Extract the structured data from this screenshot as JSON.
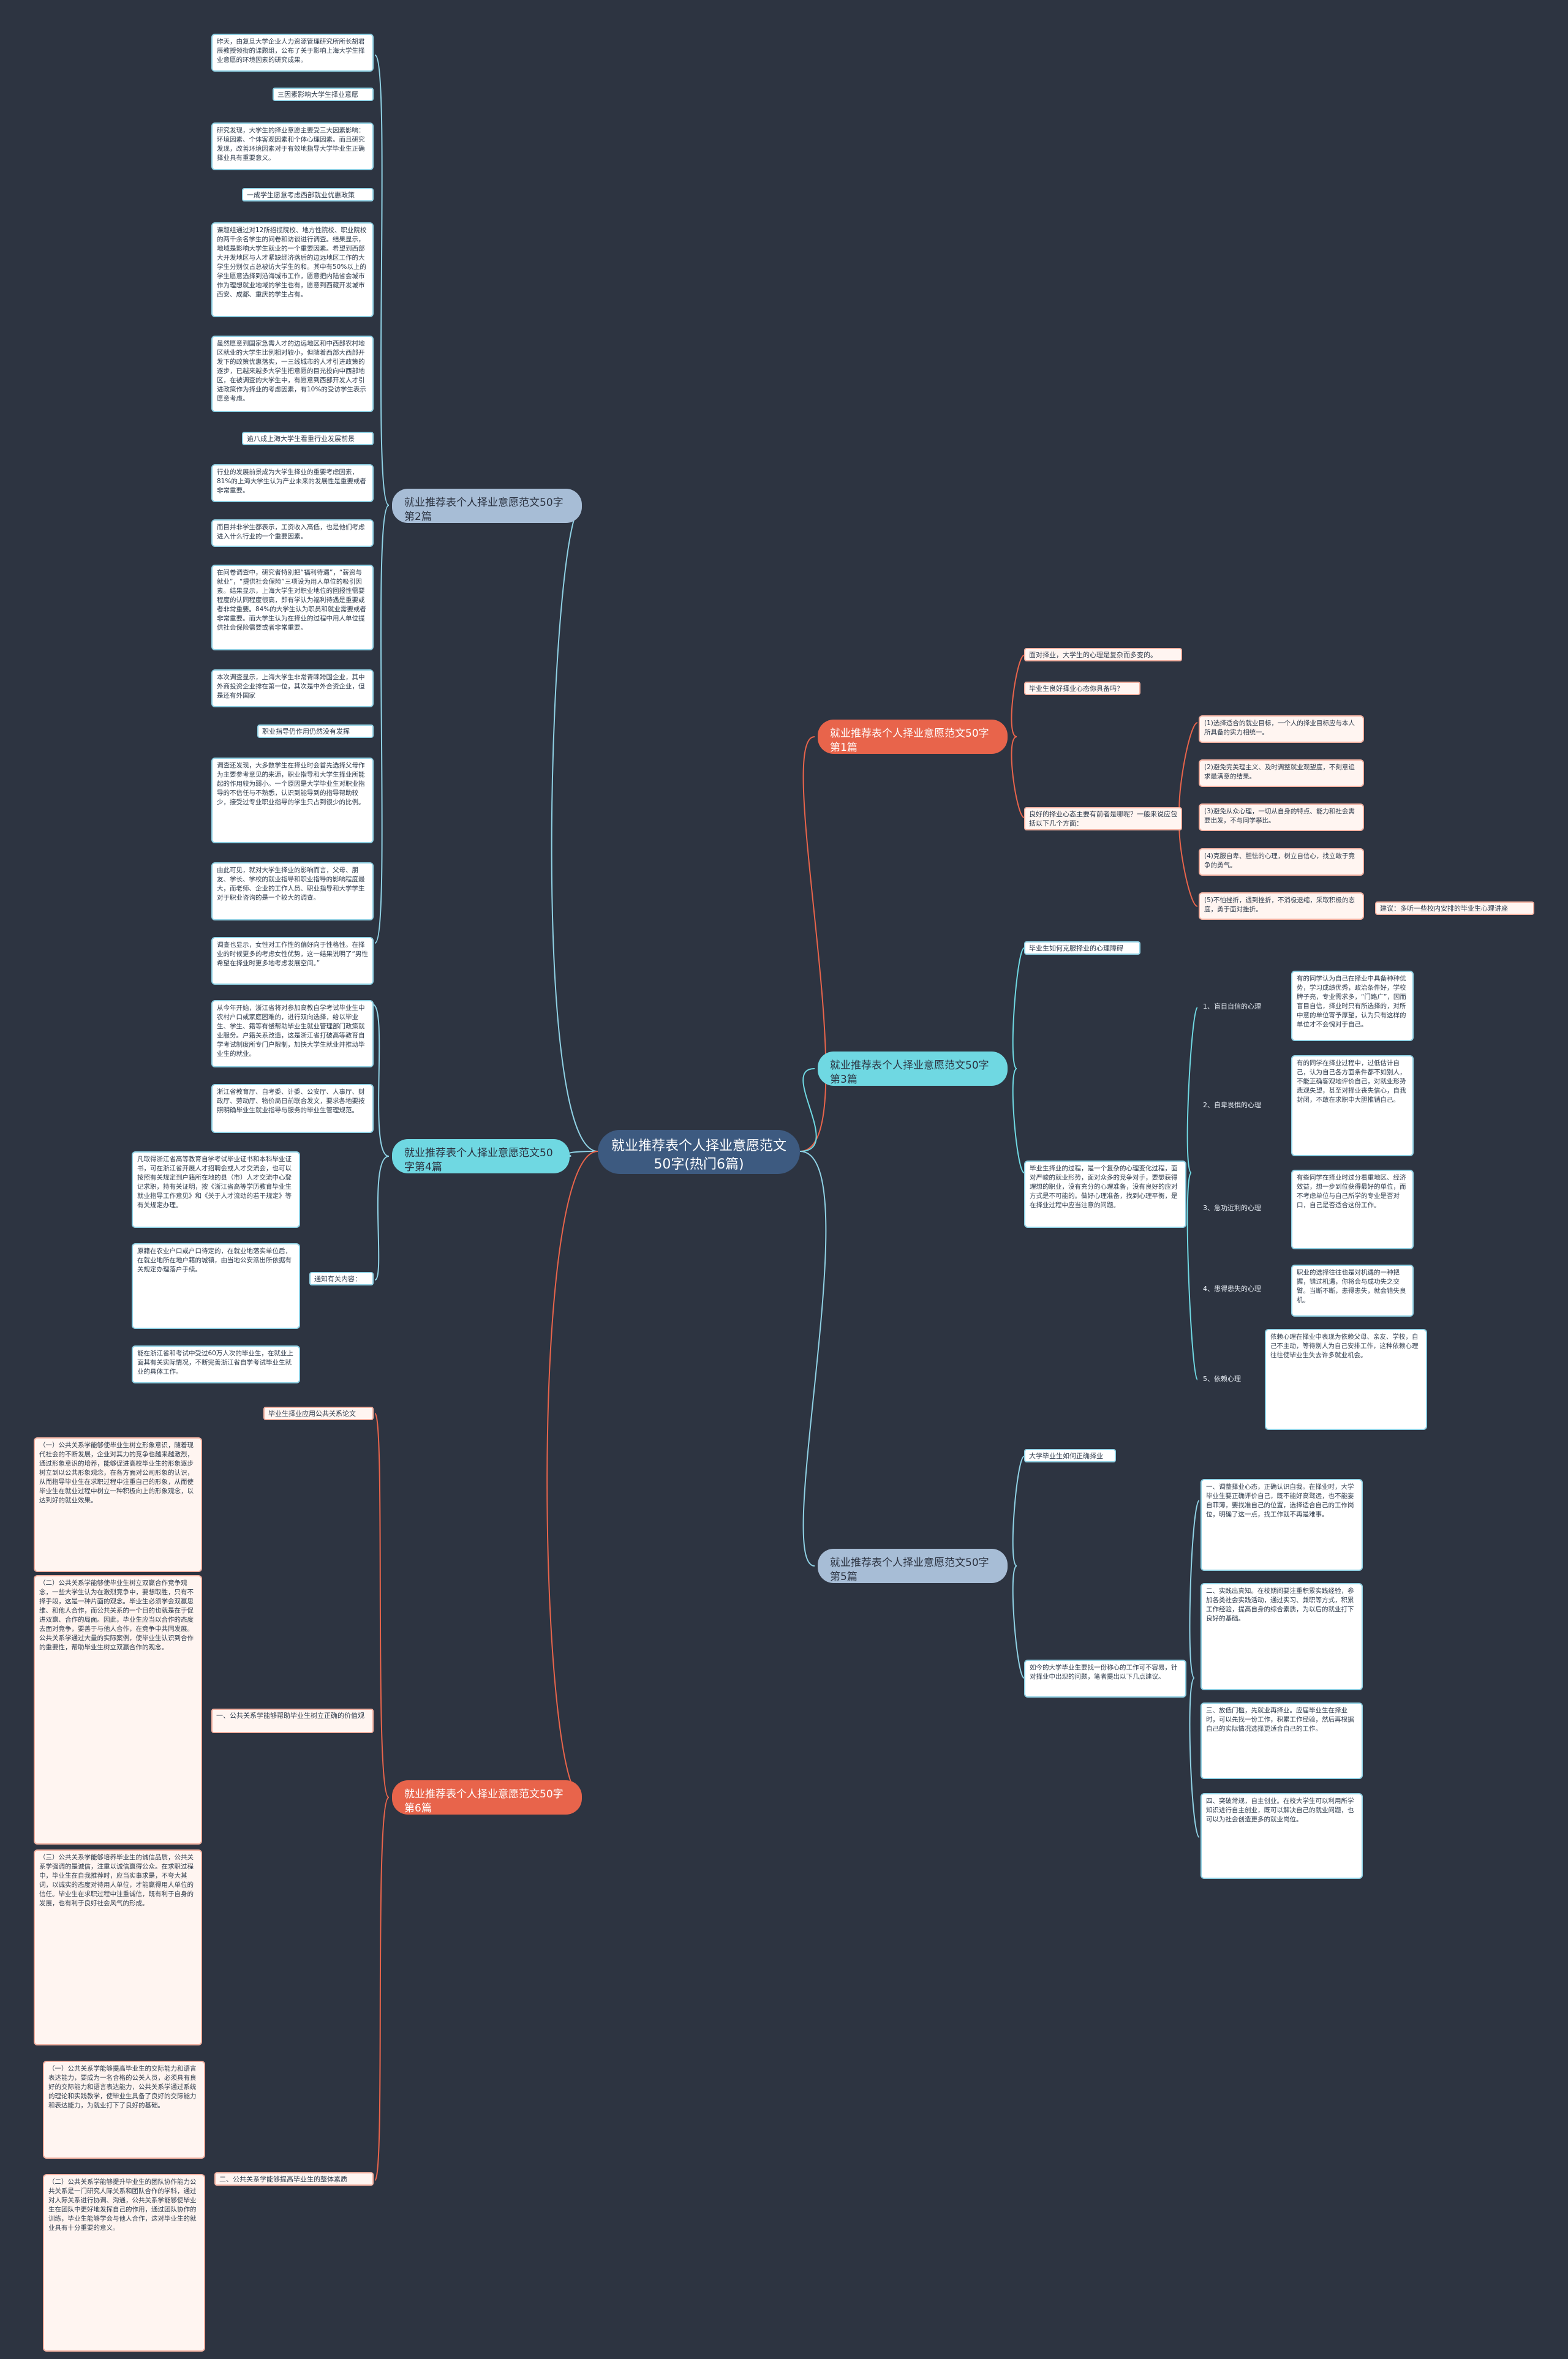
{
  "root": "就业推荐表个人择业意愿范文50字(热门6篇)",
  "b2": {
    "title": "就业推荐表个人择业意愿范文50字第2篇",
    "items": [
      "昨天，由复旦大学企业人力资源管理研究所所长胡君辰教授领衔的课题组，公布了关于影响上海大学生择业意愿的环境因素的研究成果。",
      "三因素影响大学生择业意愿",
      "研究发现，大学生的择业意愿主要受三大因素影响：环境因素、个体客观因素和个体心理因素。而且研究发现，改善环境因素对于有效地指导大学毕业生正确择业具有重要意义。",
      "一成学生愿意考虑西部就业优惠政策",
      "课题组通过对12所招揽院校、地方性院校、职业院校的两千余名学生的问卷和访谈进行调查。结果显示，地域是影响大学生就业的一个重要因素。希望到西部大开发地区与人才紧缺经济落后的边远地区工作的大学生分别仅占总被访大学生的和。其中有50%以上的学生愿意选择到沿海城市工作，愿意把内陆省会城市作为理想就业地域的学生也有，愿意到西藏开发城市西安、成都、重庆的学生占有。",
      "虽然愿意到国家急需人才的边远地区和中西部农村地区就业的大学生比例相对较小，但随着西部大西部开发下的政策优惠落实，一三线城市的人才引进政策的逐步，已越来越多大学生把意愿的目光投向中西部地区，在被调查的大学生中，有愿意到西部开发人才引进政策作为择业的考虑因素，有10%的受访学生表示愿意考虑。",
      "逾八成上海大学生看重行业发展前景",
      "行业的发展前景成为大学生择业的重要考虑因素，81%的上海大学生认为产业未来的发展性是重要或者非常重要。",
      "而目并非学生都表示，工资收入高低，也是他们考虑进入什么行业的一个重要因素。",
      "在问卷调查中，研究者特别把“福利待遇”，“薪资与就业”，“提供社会保险”三项设为用人单位的吸引因素。结果显示，上海大学生对职业地位的回报性需要程度的认同程度很高，即有学认为福利待遇是重要或者非常重要。84%的大学生认为职员和就业需要或者非常重要。而大学生认为在择业的过程中用人单位提供社会保险需要或者非常重要。",
      "本次调查显示，上海大学生非常青睐跨国企业，其中外商投资企业排在第一位，其次是中外合资企业，但是还有外国家",
      "职业指导仍作用仍然没有发挥",
      "调查还发现，大多数学生在择业时会首先选择父母作为主要参考意见的来源，职业指导和大学生择业所能起的作用较为弱小。一个原因是大学毕业生对职业指导的不信任与不熟悉，认识到能导到的指导帮助较少，接受过专业职业指导的学生只占到很少的比例。",
      "由此可见，就对大学生择业的影响而言，父母、朋友、学长、学校的就业指导和职业指导的影响程度最大，而老师、企业的工作人员、职业指导和大学学生对于职业咨询的是一个较大的调查。",
      "调查也显示，女性对工作性的偏好向于性格性。在择业的时候更多的考虑女性优势，这一结果说明了“男性希望在择业时更多地考虑发展空间。”"
    ]
  },
  "b4": {
    "title": "就业推荐表个人择业意愿范文50字第4篇",
    "items": [
      "从今年开始，浙江省将对参加高教自学考试毕业生中农村户口或家庭困难的，进行双向选择，给以毕业生、学生、籍等有偿帮助毕业生就业管理部门政策就业服务。户籍关系改造，这是浙江省打破高等教育自学考试制度所专门户限制，加快大学生就业并推动毕业生的就业。",
      "浙江省教育厅、自考委、计委、公安厅、人事厅、财政厅、劳动厅、物价局日前联合发文，要求各地要按照明确毕业生就业指导与服务的毕业生管理规范。"
    ],
    "sub_label": "通知有关内容：",
    "sub_items": [
      "凡取得浙江省高等教育自学考试毕业证书和本科毕业证书，可在浙江省开展人才招聘会或人才交流会，也可以按照有关规定到户籍所在地的县（市）人才交流中心登记求职，持有关证明，按《浙江省高等学历教育毕业生就业指导工作意见》和《关于人才流动的若干规定》等有关规定办理。",
      "原籍在农业户口或户口待定的，在就业地落实单位后，在就业地所在地户籍的城镇，由当地公安派出所依据有关规定办理落户手续。",
      "能在浙江省和考试中受过60万人次的毕业生，在就业上面其有关实际情况，不断完善浙江省自学考试毕业生就业的具体工作。"
    ]
  },
  "b6": {
    "title": "就业推荐表个人择业意愿范文50字第6篇",
    "top_label": "毕业生择业应用公共关系论文",
    "s1_label": "一、公共关系学能够帮助毕业生树立正确的价值观",
    "s1_items": [
      "（一）公共关系学能够使毕业生树立形象意识，随着现代社会的不断发展，企业对其力的竞争也越来越激烈，通过形象意识的培养，能够促进高校毕业生的形象逐步树立到以公共形象观念，在各方面对公司形象的认识，从而指导毕业生在求职过程中注重自己的形象，从而使毕业生在就业过程中树立一种积极向上的形象观念，以达到好的就业效果。",
      "（二）公共关系学能够使毕业生树立双赢合作竞争观念，一些大学生认为在激烈竞争中，要想取胜，只有不择手段，这是一种片面的观念。毕业生必须学会双赢思维、和他人合作，而公共关系的一个目的也就是在于促进双赢、合作的局面。因此，毕业生应当以合作的态度去面对竞争，要善于与他人合作，在竞争中共同发展。公共关系学通过大量的实际案例，使毕业生认识到合作的重要性，帮助毕业生树立双赢合作的观念。",
      "（三）公共关系学能够培养毕业生的诚信品质，公共关系学强调的是诚信，注重以诚信赢得公众。在求职过程中，毕业生在自我推荐时，应当实事求是，不夸大其词，以诚实的态度对待用人单位，才能赢得用人单位的信任。毕业生在求职过程中注重诚信，既有利于自身的发展，也有利于良好社会风气的形成。"
    ],
    "s2_label": "二、公共关系学能够提高毕业生的整体素质",
    "s2_items": [
      "（一）公共关系学能够提高毕业生的交际能力和语言表达能力，要成为一名合格的公关人员，必须具有良好的交际能力和语言表达能力，公共关系学通过系统的理论和实践教学，使毕业生具备了良好的交际能力和表达能力，为就业打下了良好的基础。",
      "（二）公共关系学能够提升毕业生的团队协作能力公共关系是一门研究人际关系和团队合作的学科，通过对人际关系进行协调、沟通，公共关系学能够使毕业生在团队中更好地发挥自己的作用，通过团队协作的训练，毕业生能够学会与他人合作，这对毕业生的就业具有十分重要的意义。"
    ]
  },
  "b1": {
    "title": "就业推荐表个人择业意愿范文50字第1篇",
    "items": [
      "面对择业，大学生的心理是复杂而多变的。",
      "毕业生良好择业心态你具备吗？",
      "良好的择业心态主要有前者是哪呢？一般来说应包括以下几个方面："
    ],
    "sub_items": [
      "(1)选择适合的就业目标，一个人的择业目标应与本人所具备的实力相统一。",
      "(2)避免完美理主义、及时调整就业观望度，不刻意追求最满意的结果。",
      "(3)避免从众心理，一切从自身的特点、能力和社会需要出发，不与同学攀比。",
      "(4)克服自卑、胆怯的心理，树立自信心，找立敢于竞争的勇气。",
      "(5)不怕挫折，遇到挫折，不消极退缩，采取积极的态度，勇于面对挫折。"
    ],
    "note": "建议：多听一些校内安排的毕业生心理讲座"
  },
  "b3": {
    "title": "就业推荐表个人择业意愿范文50字第3篇",
    "top_label": "毕业生如何克服择业的心理障碍",
    "intro": "毕业生择业的过程，是一个复杂的心理变化过程，面对严峻的就业形势，面对众多的竞争对手，要想获得理想的职业，没有充分的心理准备，没有良好的应对方式是不可能的。做好心理准备，找到心理平衡，是在择业过程中应当注意的问题。",
    "subs": [
      {
        "label": "1、盲目自信的心理",
        "text": "有的同学认为自己在择业中具备种种优势，学习成绩优秀，政治条件好，学校牌子亮，专业需求多，“门路广”，因而盲目自信，择业时只有所选择的，对所中意的单位寄予厚望，认为只有这样的单位才不会愧对于自己。"
      },
      {
        "label": "2、自卑畏惧的心理",
        "text": "有的同学在择业过程中，过低估计自己，认为自己各方面条件都不如别人，不能正确客观地评价自己，对就业形势悲观失望，甚至对择业丧失信心，自我封闭，不敢在求职中大胆推销自己。"
      },
      {
        "label": "3、急功近利的心理",
        "text": "有些同学在择业时过分看重地区、经济效益，想一步到位获得最好的单位，而不考虑单位与自己所学的专业是否对口，自己是否适合这份工作。"
      },
      {
        "label": "4、患得患失的心理",
        "text": "职业的选择往往也是对机遇的一种把握，错过机遇，你将会与成功失之交臂。当断不断，患得患失，就会错失良机。"
      },
      {
        "label": "5、依赖心理",
        "text": "依赖心理在择业中表现为依赖父母、亲友、学校，自己不主动，等待别人为自己安排工作，这种依赖心理往往使毕业生失去许多就业机会。"
      }
    ]
  },
  "b5": {
    "title": "就业推荐表个人择业意愿范文50字第5篇",
    "top_label": "大学毕业生如何正确择业",
    "intro": "如今的大学毕业生要找一份称心的工作可不容易，针对择业中出现的问题，笔者提出以下几点建议。",
    "items": [
      "一、调整择业心态，正确认识自我。在择业时，大学毕业生要正确评价自己，既不能好高骛远，也不能妄自菲薄，要找准自己的位置，选择适合自己的工作岗位，明确了这一点，找工作就不再是难事。",
      "二、实践出真知。在校期间要注重积累实践经验，参加各类社会实践活动，通过实习、兼职等方式，积累工作经验，提高自身的综合素质，为以后的就业打下良好的基础。",
      "三、放低门槛，先就业再择业。应届毕业生在择业时，可以先找一份工作，积累工作经验，然后再根据自己的实际情况选择更适合自己的工作。",
      "四、突破常规，自主创业。在校大学生可以利用所学知识进行自主创业，既可以解决自己的就业问题，也可以为社会创造更多的就业岗位。"
    ]
  }
}
